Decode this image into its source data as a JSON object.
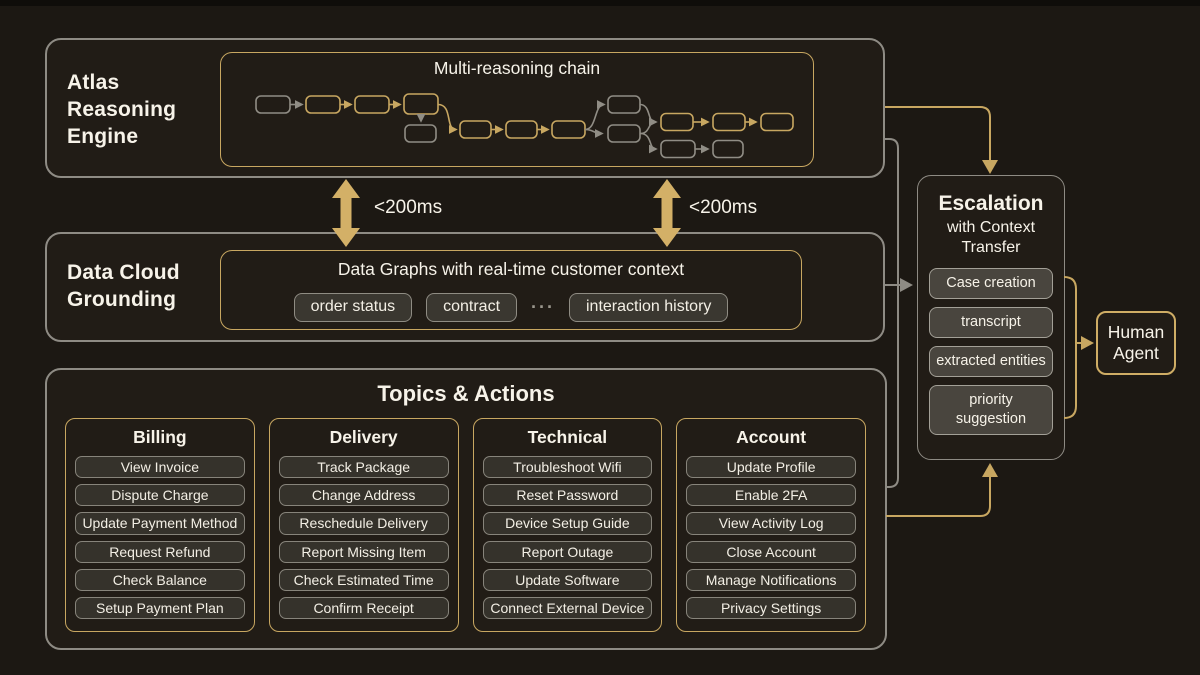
{
  "colors": {
    "background": "#1c1813",
    "panel_fill": "#211c16",
    "panel_border": "#8e8b84",
    "gold": "#c8a761",
    "gold_bright": "#d3b067",
    "chip_fill": "#35322b",
    "chip_fill_light": "#49453e",
    "text": "#f7f3e9"
  },
  "atlas": {
    "title_lines": [
      "Atlas",
      "Reasoning",
      "Engine"
    ],
    "chain_title": "Multi-reasoning chain"
  },
  "latency": {
    "left_label": "<200ms",
    "right_label": "<200ms"
  },
  "data_cloud": {
    "title_lines": [
      "Data Cloud",
      "Grounding"
    ],
    "inner_title": "Data Graphs with real-time customer context",
    "chips": [
      "order status",
      "contract",
      "interaction history"
    ],
    "ellipsis": "···"
  },
  "topics": {
    "title": "Topics & Actions",
    "columns": [
      {
        "title": "Billing",
        "actions": [
          "View Invoice",
          "Dispute Charge",
          "Update Payment Method",
          "Request Refund",
          "Check Balance",
          "Setup Payment Plan"
        ]
      },
      {
        "title": "Delivery",
        "actions": [
          "Track Package",
          "Change Address",
          "Reschedule Delivery",
          "Report Missing Item",
          "Check Estimated Time",
          "Confirm Receipt"
        ]
      },
      {
        "title": "Technical",
        "actions": [
          "Troubleshoot Wifi",
          "Reset Password",
          "Device Setup Guide",
          "Report Outage",
          "Update Software",
          "Connect External Device"
        ]
      },
      {
        "title": "Account",
        "actions": [
          "Update Profile",
          "Enable 2FA",
          "View Activity Log",
          "Close Account",
          "Manage Notifications",
          "Privacy Settings"
        ]
      }
    ]
  },
  "escalation": {
    "title": "Escalation",
    "subtitle": "with Context Transfer",
    "chips": [
      "Case creation",
      "transcript",
      "extracted entities",
      "priority suggestion"
    ]
  },
  "human_agent": {
    "label": "Human Agent"
  }
}
